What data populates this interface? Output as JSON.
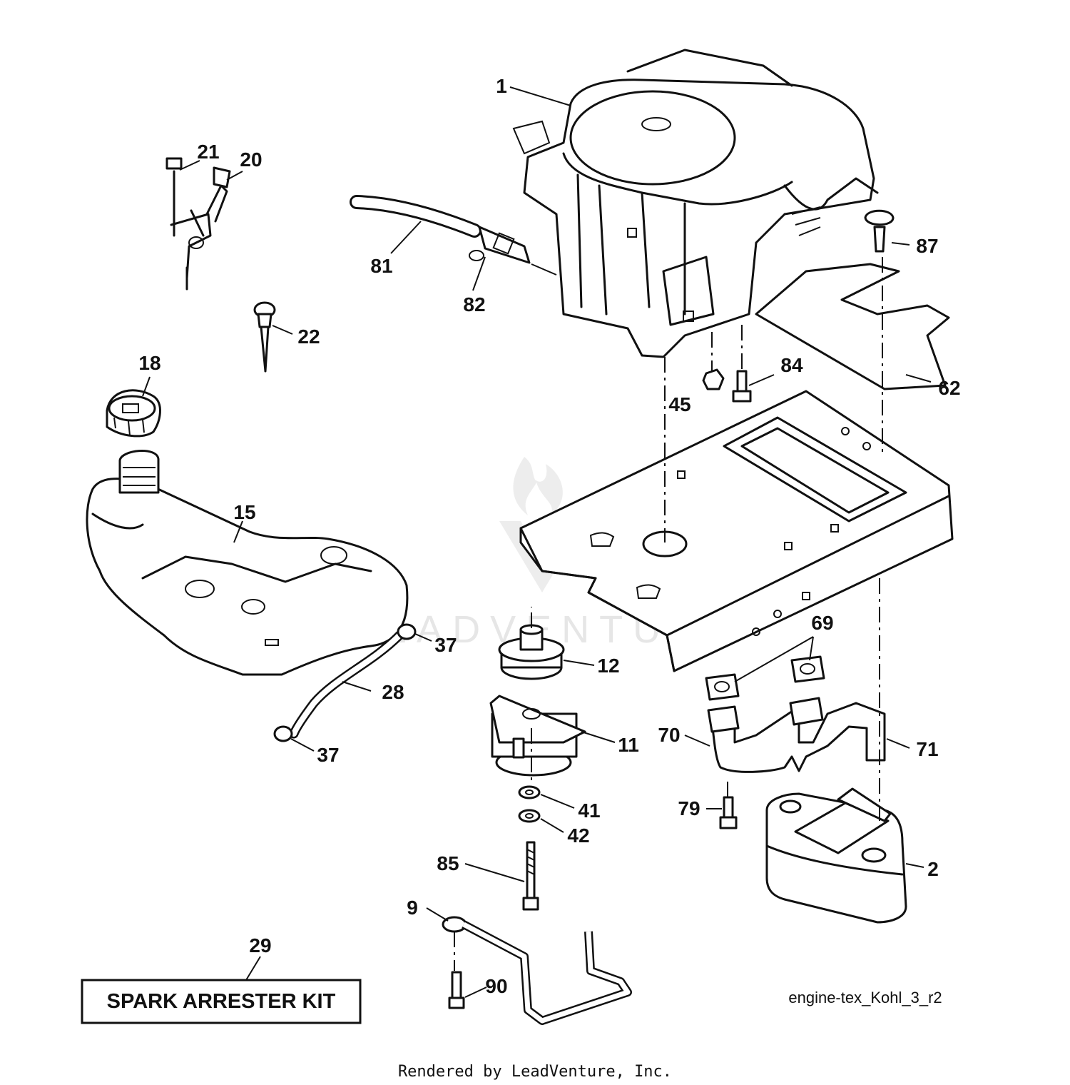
{
  "diagram": {
    "kit_label": "SPARK ARRESTER KIT",
    "drawing_code": "engine-tex_Kohl_3_r2",
    "footer": "Rendered by LeadVenture, Inc.",
    "watermark": "LEADVENTURE"
  },
  "callouts": [
    {
      "id": "1",
      "label": "1"
    },
    {
      "id": "2",
      "label": "2"
    },
    {
      "id": "9",
      "label": "9"
    },
    {
      "id": "11",
      "label": "11"
    },
    {
      "id": "12",
      "label": "12"
    },
    {
      "id": "15",
      "label": "15"
    },
    {
      "id": "18",
      "label": "18"
    },
    {
      "id": "20",
      "label": "20"
    },
    {
      "id": "21",
      "label": "21"
    },
    {
      "id": "22",
      "label": "22"
    },
    {
      "id": "28",
      "label": "28"
    },
    {
      "id": "29",
      "label": "29"
    },
    {
      "id": "37a",
      "label": "37"
    },
    {
      "id": "37b",
      "label": "37"
    },
    {
      "id": "41",
      "label": "41"
    },
    {
      "id": "42",
      "label": "42"
    },
    {
      "id": "45",
      "label": "45"
    },
    {
      "id": "62",
      "label": "62"
    },
    {
      "id": "69",
      "label": "69"
    },
    {
      "id": "70",
      "label": "70"
    },
    {
      "id": "71",
      "label": "71"
    },
    {
      "id": "79",
      "label": "79"
    },
    {
      "id": "81",
      "label": "81"
    },
    {
      "id": "82",
      "label": "82"
    },
    {
      "id": "84",
      "label": "84"
    },
    {
      "id": "85",
      "label": "85"
    },
    {
      "id": "87",
      "label": "87"
    },
    {
      "id": "90",
      "label": "90"
    }
  ]
}
